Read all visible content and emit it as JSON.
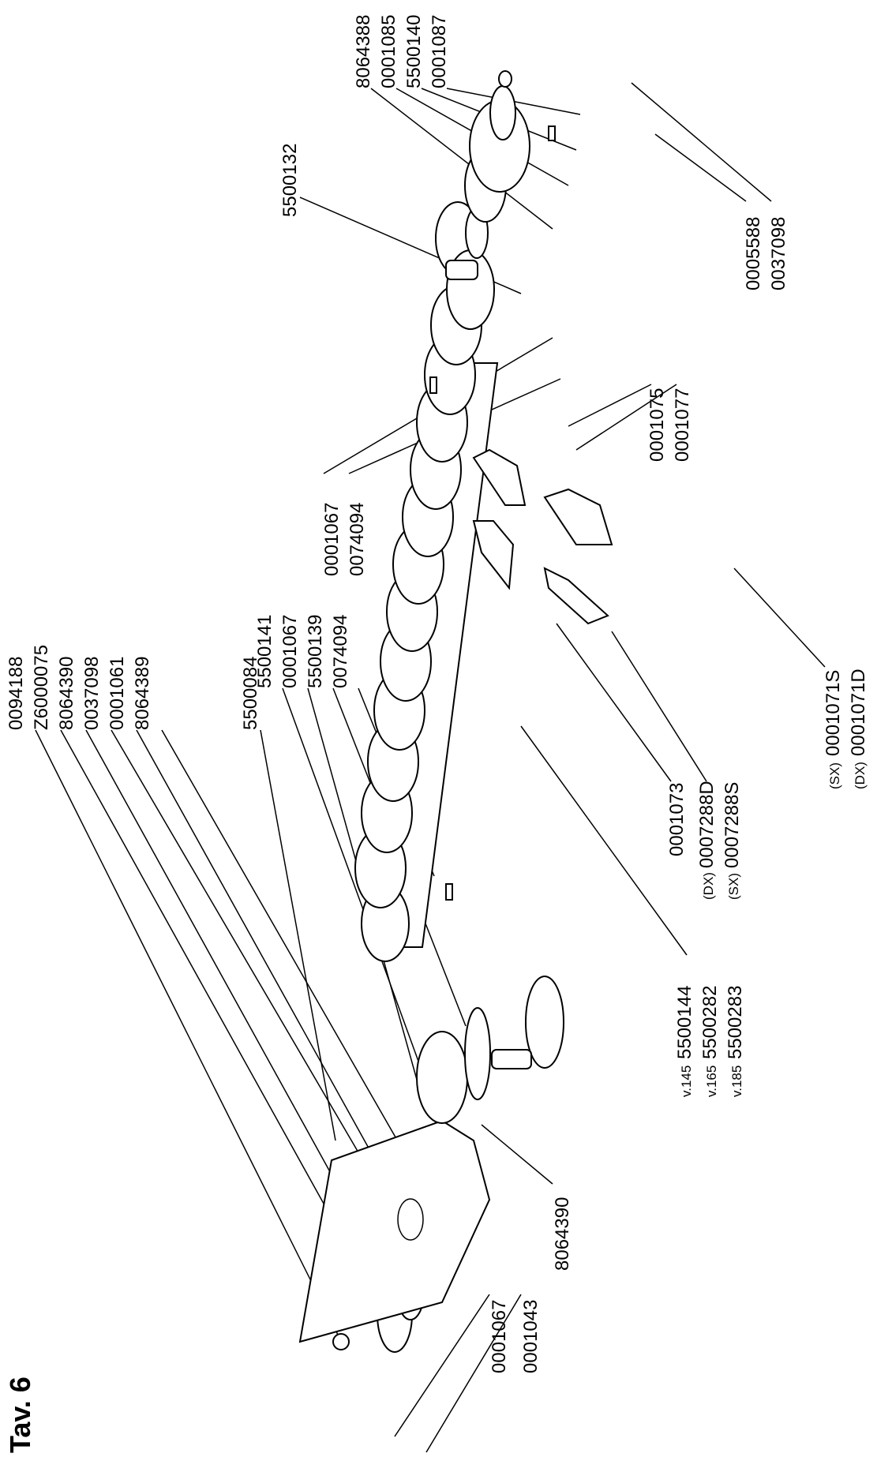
{
  "title": "Tav. 6",
  "labels": {
    "bottom_left": [
      "0094188",
      "Z6000075",
      "8064390",
      "0037098",
      "0001061",
      "8064389"
    ],
    "l_5500084": "5500084",
    "l_0001067a": "0001067",
    "l_0001043": "0001043",
    "l_8064390b": "8064390",
    "mid_left": [
      "5500141",
      "0001067",
      "5500139",
      "0074094"
    ],
    "variants": [
      {
        "label": "v.145",
        "code": "5500144"
      },
      {
        "label": "v.165",
        "code": "5500282"
      },
      {
        "label": "v.185",
        "code": "5500283"
      }
    ],
    "l_0001073": "0001073",
    "blade_mid": [
      {
        "side": "(DX)",
        "code": "0007288D"
      },
      {
        "side": "(SX)",
        "code": "0007288S"
      }
    ],
    "blade_low": [
      {
        "side": "(SX)",
        "code": "0001071S"
      },
      {
        "side": "(DX)",
        "code": "0001071D"
      }
    ],
    "pair_0001075": [
      "0001075",
      "0001077"
    ],
    "pair_0001067": [
      "0001067",
      "0074094"
    ],
    "l_5500132": "5500132",
    "top_right": [
      "8064388",
      "0001085",
      "5500140",
      "0001087"
    ],
    "bottom_right": [
      "0005588",
      "0037098"
    ]
  }
}
